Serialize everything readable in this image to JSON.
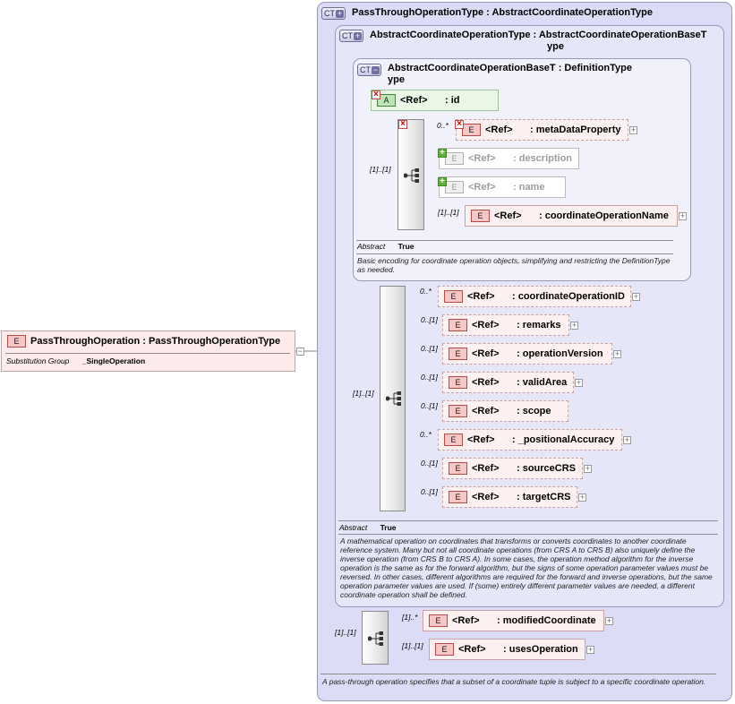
{
  "root_element": {
    "badge": "E",
    "title": "PassThroughOperation : PassThroughOperationType",
    "subst_label": "Substitution Group",
    "subst_value": "_SingleOperation"
  },
  "ct_outer": {
    "badge": "CT",
    "title": "PassThroughOperationType : AbstractCoordinateOperationType",
    "documentation": "A pass-through operation specifies that a subset of a coordinate tuple is subject to a specific coordinate operation."
  },
  "ct_middle": {
    "badge": "CT",
    "title_line1": "AbstractCoordinateOperationType : AbstractCoordinateOperationBaseT",
    "title_line2": "ype",
    "abstract_label": "Abstract",
    "abstract_value": "True",
    "documentation": "A mathematical operation on coordinates that transforms or converts coordinates to another coordinate reference system. Many but not all coordinate operations (from CRS A to CRS B) also uniquely define the inverse operation (from CRS B to CRS A). In some cases, the operation method algorithm for the inverse operation is the same as for the forward algorithm, but the signs of some operation parameter values must be reversed. In other cases, different algorithms are required for the forward and inverse operations, but the same operation parameter values are used. If (some) entirely different parameter values are needed, a different coordinate operation shall be defined."
  },
  "ct_inner": {
    "badge": "CT",
    "title_line1": "AbstractCoordinateOperationBaseT : DefinitionType",
    "title_line2": "ype",
    "abstract_label": "Abstract",
    "abstract_value": "True",
    "documentation": "Basic encoding for coordinate operation objects, simplifying and restricting the DefinitionType as needed."
  },
  "attribute": {
    "badge": "A",
    "ref": "<Ref>",
    "name": ": id"
  },
  "inner_sequence": {
    "card": "[1]..[1]",
    "elements": [
      {
        "badge": "E",
        "ref": "<Ref>",
        "name": ": metaDataProperty",
        "card": "0..*"
      },
      {
        "badge": "E",
        "ref": "<Ref>",
        "name": ": description",
        "card": ""
      },
      {
        "badge": "E",
        "ref": "<Ref>",
        "name": ": name",
        "card": ""
      },
      {
        "badge": "E",
        "ref": "<Ref>",
        "name": ": coordinateOperationName",
        "card": "[1]..[1]"
      }
    ]
  },
  "middle_sequence": {
    "card": "[1]..[1]",
    "elements": [
      {
        "badge": "E",
        "ref": "<Ref>",
        "name": ": coordinateOperationID",
        "card": "0..*"
      },
      {
        "badge": "E",
        "ref": "<Ref>",
        "name": ": remarks",
        "card": "0..[1]"
      },
      {
        "badge": "E",
        "ref": "<Ref>",
        "name": ": operationVersion",
        "card": "0..[1]"
      },
      {
        "badge": "E",
        "ref": "<Ref>",
        "name": ": validArea",
        "card": "0..[1]"
      },
      {
        "badge": "E",
        "ref": "<Ref>",
        "name": ": scope",
        "card": "0..[1]"
      },
      {
        "badge": "E",
        "ref": "<Ref>",
        "name": ": _positionalAccuracy",
        "card": "0..*"
      },
      {
        "badge": "E",
        "ref": "<Ref>",
        "name": ": sourceCRS",
        "card": "0..[1]"
      },
      {
        "badge": "E",
        "ref": "<Ref>",
        "name": ": targetCRS",
        "card": "0..[1]"
      }
    ]
  },
  "outer_sequence": {
    "card": "[1]..[1]",
    "elements": [
      {
        "badge": "E",
        "ref": "<Ref>",
        "name": ": modifiedCoordinate",
        "card": "[1]..*"
      },
      {
        "badge": "E",
        "ref": "<Ref>",
        "name": ": usesOperation",
        "card": "[1]..[1]"
      }
    ]
  },
  "colors": {
    "ct_outer_bg": "#dcdcf7",
    "ct_middle_bg": "#e6e6f9",
    "ct_inner_bg": "#f1f1fc",
    "element_bg": "#fdf0f0",
    "attribute_bg": "#eaf7e6"
  }
}
